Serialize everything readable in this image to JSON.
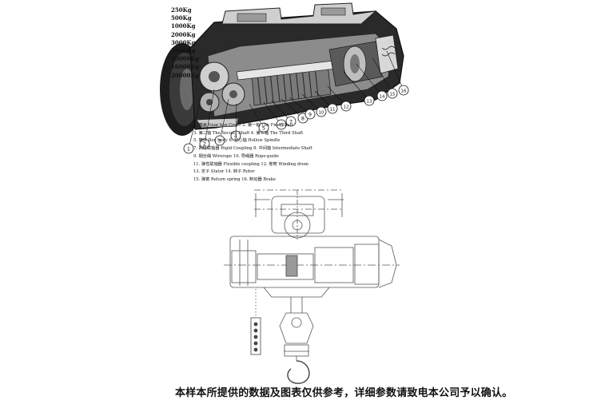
{
  "capacities": [
    "250Kg",
    "500Kg",
    "1000Kg",
    "2000Kg",
    "3000Kg",
    "5000Kg",
    "10000Kg",
    "16000Kg",
    "20000Kg"
  ],
  "callouts": [
    "1",
    "2",
    "3",
    "4",
    "5",
    "6",
    "7",
    "8",
    "9",
    "10",
    "11",
    "12",
    "13",
    "14",
    "15",
    "16"
  ],
  "legend": [
    "1.  箱盖 Gear box Cover   2.  第一轴 The First Shaft",
    "3.  第二轴 The Second Shaft   4.  第三轴 The Third Shaft",
    "5.  箱体 Box body   6.  空心轴 Hollow Spindle",
    "7.  刚性联轴器 Rigid Coupling   8.  中间轴 Intermediate Shaft",
    "9.  钢丝绳 Wirerope   10.  导绳器 Rope-guide",
    "11.  弹性联轴器 Flexible coupling   12.  卷筒 Winding drum",
    "13.  定子 Stator   14.  转子 Rotor",
    "15.  弹簧 Return spring   16.  制动器 Brake"
  ],
  "footer_note": "本样本所提供的数据及图表仅供参考，详细参数请致电本公司予以确认。",
  "colors": {
    "ink": "#111111",
    "body_dark": "#2a2a2a",
    "drawing_line": "#555555",
    "bg": "#ffffff"
  }
}
